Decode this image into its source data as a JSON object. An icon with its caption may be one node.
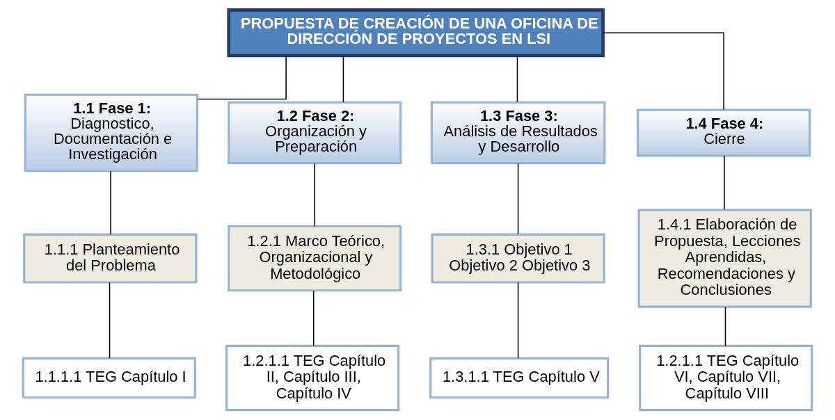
{
  "diagram": {
    "nodes": [
      {
        "text": [
          "PROPUESTA DE CREACIÓN DE UNA OFICINA DE DIRECCIÓN DE PROYECTOS EN LSI"
        ]
      },
      {
        "text": [
          "1.1 Fase 1:",
          "Diagnostico, Documentación e Investigación"
        ]
      },
      {
        "text": [
          "1.2 Fase 2:",
          "Organización y Preparación"
        ]
      },
      {
        "text": [
          "1.3 Fase 3:",
          "Análisis de Resultados y Desarrollo"
        ]
      },
      {
        "text": [
          "1.4 Fase 4:",
          "Cierre"
        ]
      },
      {
        "text": [
          "1.1.1 Planteamiento del Problema"
        ]
      },
      {
        "text": [
          "1.2.1 Marco Teórico, Organizacional y Metodológico"
        ]
      },
      {
        "text": [
          "1.3.1 Objetivo 1 Objetivo 2 Objetivo 3"
        ]
      },
      {
        "text": [
          "1.4.1 Elaboración de Propuesta, Lecciones Aprendidas, Recomendaciones y Conclusiones"
        ]
      },
      {
        "text": [
          "1.1.1.1 TEG Capítulo I"
        ]
      },
      {
        "text": [
          "1.2.1.1 TEG Capítulo II, Capítulo III, Capítulo IV"
        ]
      },
      {
        "text": [
          "1.3.1.1 TEG Capítulo V"
        ]
      },
      {
        "text": [
          "1.2.1.1 TEG Capítulo VI, Capítulo VII, Capítulo VIII"
        ]
      }
    ],
    "edges": [
      {
        "from": 0,
        "to": 1,
        "arrow": "none"
      },
      {
        "from": 0,
        "to": 2,
        "arrow": "none"
      },
      {
        "from": 0,
        "to": 3,
        "arrow": "none"
      },
      {
        "from": 0,
        "to": 4,
        "arrow": "none"
      },
      {
        "from": 1,
        "to": 5,
        "arrow": "none"
      },
      {
        "from": 2,
        "to": 6,
        "arrow": "none"
      },
      {
        "from": 3,
        "to": 7,
        "arrow": "none"
      },
      {
        "from": 4,
        "to": 8,
        "arrow": "none"
      },
      {
        "from": 5,
        "to": 9,
        "arrow": "none"
      },
      {
        "from": 6,
        "to": 10,
        "arrow": "none"
      },
      {
        "from": 7,
        "to": 11,
        "arrow": "none"
      },
      {
        "from": 8,
        "to": 12,
        "arrow": "none"
      }
    ]
  }
}
